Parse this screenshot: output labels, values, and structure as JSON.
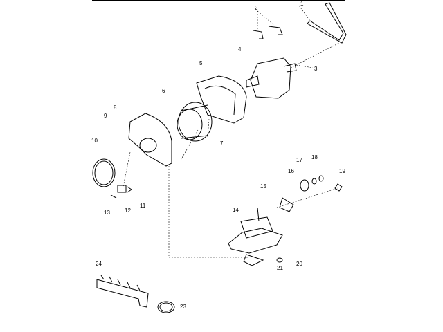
{
  "diagram": {
    "callouts": [
      "1",
      "2",
      "3",
      "4",
      "5",
      "6",
      "7",
      "8",
      "9",
      "10",
      "11",
      "12",
      "13",
      "14",
      "15",
      "16",
      "17",
      "18",
      "19",
      "20",
      "21",
      "23",
      "24"
    ]
  }
}
